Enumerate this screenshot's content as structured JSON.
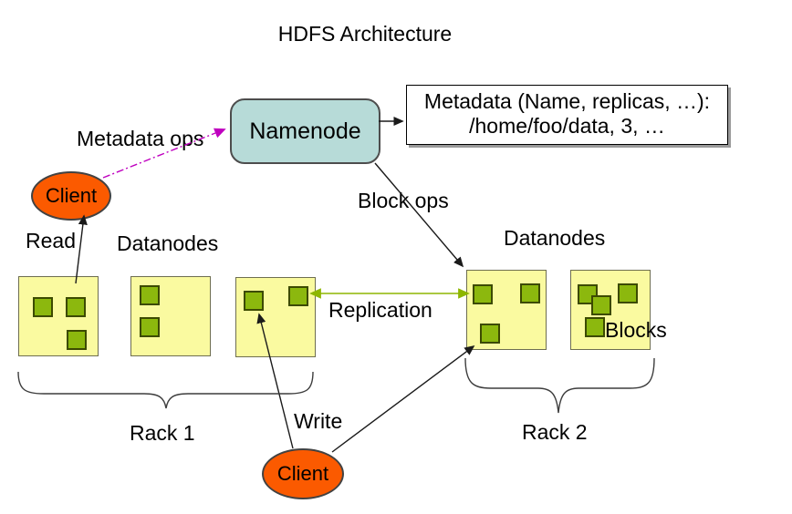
{
  "diagram": {
    "title": "HDFS Architecture",
    "namenode": {
      "label": "Namenode"
    },
    "metadata_note": {
      "line1": "Metadata (Name, replicas, …):",
      "line2": "/home/foo/data, 3, …"
    },
    "clients": {
      "top": "Client",
      "bottom": "Client"
    },
    "edges": {
      "metadata_ops": "Metadata ops",
      "block_ops": "Block ops",
      "read": "Read",
      "write": "Write",
      "replication": "Replication"
    },
    "groups": {
      "datanodes_left": "Datanodes",
      "datanodes_right": "Datanodes",
      "blocks": "Blocks",
      "rack1": "Rack 1",
      "rack2": "Rack 2"
    },
    "racks": [
      {
        "label": "Rack 1",
        "datanode_block_counts": [
          3,
          2,
          2
        ]
      },
      {
        "label": "Rack 2",
        "datanode_block_counts": [
          3,
          4
        ]
      }
    ],
    "colors": {
      "namenode_fill": "#b7dbd8",
      "datanode_fill": "#fafaa0",
      "block_fill": "#8cb80e",
      "client_fill": "#fb5a00",
      "metadata_ops_arrow": "#bf00bf",
      "replication_arrow": "#8db600",
      "arrow": "#1a1a1a"
    }
  }
}
